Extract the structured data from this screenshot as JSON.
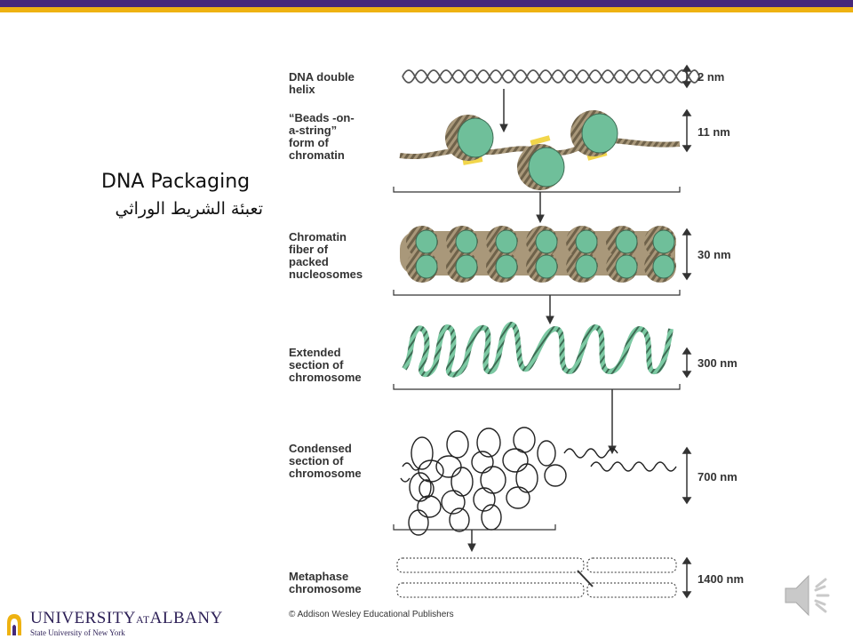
{
  "header": {
    "purple": "#46287a",
    "gold": "#eeb211"
  },
  "slide": {
    "title": "DNA Packaging",
    "subtitle": "تعبئة الشريط الوراثي"
  },
  "figure": {
    "stages": [
      {
        "label": "DNA double\nhelix",
        "scale": "2 nm"
      },
      {
        "label": "“Beads -on-\na-string”\nform of\nchromatin",
        "scale": "11 nm"
      },
      {
        "label": "Chromatin\nfiber of\npacked\nnucleosomes",
        "scale": "30 nm"
      },
      {
        "label": "Extended\nsection of\nchromosome",
        "scale": "300 nm"
      },
      {
        "label": "Condensed\nsection of\nchromosome",
        "scale": "700 nm"
      },
      {
        "label": "Metaphase\nchromosome",
        "scale": "1400 nm"
      }
    ],
    "copyright": "© Addison Wesley Educational Publishers",
    "colors": {
      "nucleosome": "#6fbf9a",
      "strand": "#8a7a5a",
      "linker": "#f2d64b"
    }
  },
  "logo": {
    "name": "UNIVERSITY",
    "at": "AT",
    "albany": "ALBANY",
    "sub": "State University of New York",
    "icon": "minerva-icon"
  },
  "audio": {
    "icon": "speaker-icon"
  }
}
